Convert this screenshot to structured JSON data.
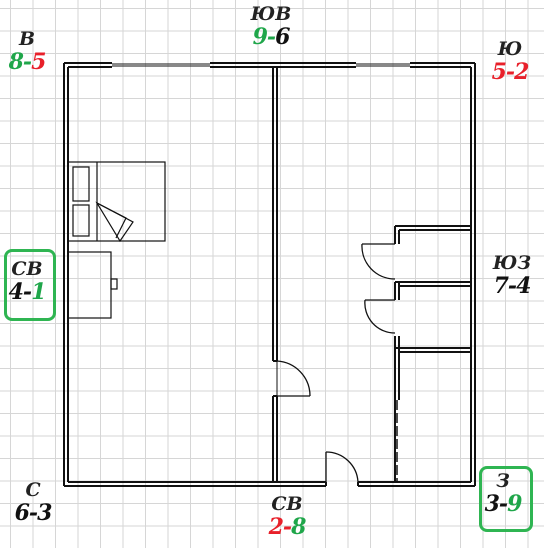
{
  "colors": {
    "red": "#e8202a",
    "green": "#1fa64a",
    "black": "#111111",
    "frame": "#2fb552"
  },
  "sectors": [
    {
      "id": "v",
      "name": "В",
      "a": "8",
      "b": "5",
      "ca": "green",
      "cb": "red",
      "highlighted": false
    },
    {
      "id": "yuv",
      "name": "ЮВ",
      "a": "9",
      "b": "6",
      "ca": "green",
      "cb": "black",
      "highlighted": false
    },
    {
      "id": "yu",
      "name": "Ю",
      "a": "5",
      "b": "2",
      "ca": "red",
      "cb": "red",
      "highlighted": false
    },
    {
      "id": "sv1",
      "name": "СВ",
      "a": "4",
      "b": "1",
      "ca": "black",
      "cb": "green",
      "highlighted": true
    },
    {
      "id": "yuz",
      "name": "ЮЗ",
      "a": "7",
      "b": "4",
      "ca": "black",
      "cb": "black",
      "highlighted": false
    },
    {
      "id": "s",
      "name": "С",
      "a": "6",
      "b": "3",
      "ca": "black",
      "cb": "black",
      "highlighted": false
    },
    {
      "id": "sv2",
      "name": "СВ",
      "a": "2",
      "b": "8",
      "ca": "red",
      "cb": "green",
      "highlighted": false
    },
    {
      "id": "z",
      "name": "З",
      "a": "3",
      "b": "9",
      "ca": "black",
      "cb": "green",
      "highlighted": true
    }
  ],
  "separator": "-"
}
